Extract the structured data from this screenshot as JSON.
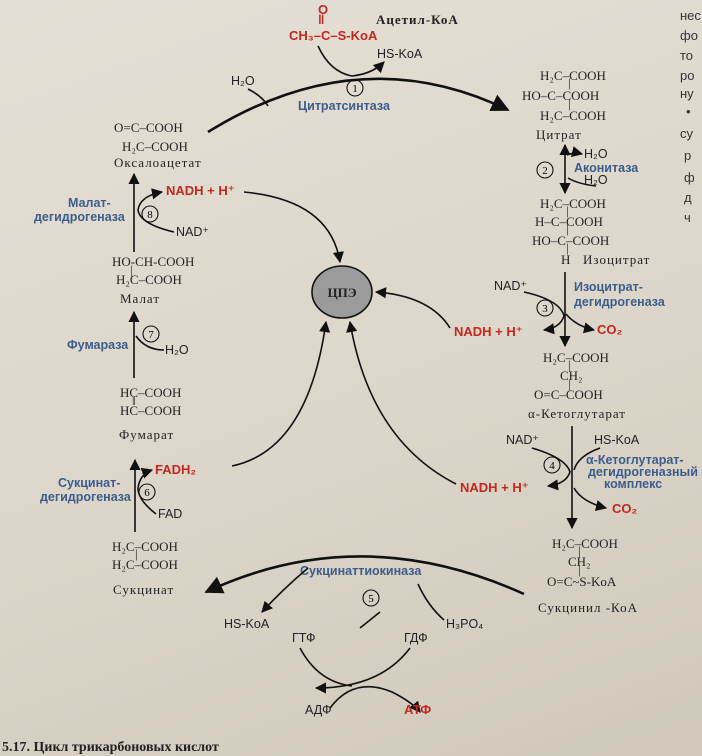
{
  "colors": {
    "red": "#c4271d",
    "enzyme_blue": "#3d5c8c",
    "ink": "#111111",
    "center_fill": "#9b9b9b"
  },
  "center": {
    "label": "ЦПЭ"
  },
  "caption": "5.17. Цикл трикарбоновых кислот",
  "margin_text": [
    "нес",
    "фо",
    "то",
    "ро",
    "ну",
    "•",
    "су",
    "р",
    "ф",
    "д",
    "ч"
  ],
  "acetyl_coa": {
    "formula_o": "O",
    "formula_top": "‖",
    "formula": "CH₃–C–S-KoA",
    "name": "Ацетил-КоА"
  },
  "hs_koa_1": "HS-KoA",
  "h2o_1": "H₂O",
  "enzymes": {
    "e1": "Цитратсинтаза",
    "e2": "Аконитаза",
    "e3_line1": "Изоцитрат-",
    "e3_line2": "дегидрогеназа",
    "e4_line1": "α-Кетоглутарат-",
    "e4_line2": "дегидрогеназный",
    "e4_line3": "комплекс",
    "e5": "Сукцинаттиокиназа",
    "e6_line1": "Сукцинат-",
    "e6_line2": "дегидрогеназа",
    "e7": "Фумараза",
    "e8_line1": "Малат-",
    "e8_line2": "дегидрогеназа"
  },
  "step_numbers": [
    "1",
    "2",
    "3",
    "4",
    "5",
    "6",
    "7",
    "8"
  ],
  "citrate": {
    "l1": "H₂C–COOH",
    "l2": "HO–C–COOH",
    "l3": "H₂C–COOH",
    "name": "Цитрат"
  },
  "aconitase_h2o_out": "H₂O",
  "aconitase_h2o_in": "H₂O",
  "isocitrate": {
    "l1": "H₂C–COOH",
    "l2": "H–C–COOH",
    "l3": "HO–C–COOH",
    "l4": "H",
    "name": "Изоцитрат"
  },
  "step3": {
    "nad": "NAD⁺",
    "nadh": "NADH + H⁺",
    "co2": "CO₂"
  },
  "akg": {
    "l1": "H₂C–COOH",
    "l2": "CH₂",
    "l3": "O=C–COOH",
    "name": "α-Кетоглутарат"
  },
  "step4": {
    "nad": "NAD⁺",
    "hs_koa": "HS-KoA",
    "nadh": "NADH + H⁺",
    "co2": "CO₂"
  },
  "succinyl_coa": {
    "l1": "H₂C–COOH",
    "l2": "CH₂",
    "l3": "O=C~S-KoA",
    "name": "Сукцинил -КоА"
  },
  "step5": {
    "hs_koa": "HS-KoA",
    "h3po4": "H₃PO₄",
    "gtp": "ГТФ",
    "gdp": "ГДФ",
    "adp": "АДФ",
    "atp": "АТФ"
  },
  "succinate": {
    "l1": "H₂C–COOH",
    "l2": "H₂C–COOH",
    "name": "Сукцинат"
  },
  "step6": {
    "fadh2": "FADH₂",
    "fad": "FAD"
  },
  "fumarate": {
    "l1": "HC–COOH",
    "l2": "HC–COOH",
    "name": "Фумарат"
  },
  "step7": {
    "h2o": "H₂O"
  },
  "malate": {
    "l1": "HO-CH-COOH",
    "l2": "H₂C–COOH",
    "name": "Малат"
  },
  "step8": {
    "nadh": "NADH + H⁺",
    "nad": "NAD⁺"
  },
  "oxaloacetate": {
    "l1": "O=C–COOH",
    "l2": "H₂C–COOH",
    "name": "Оксалоацетат"
  }
}
